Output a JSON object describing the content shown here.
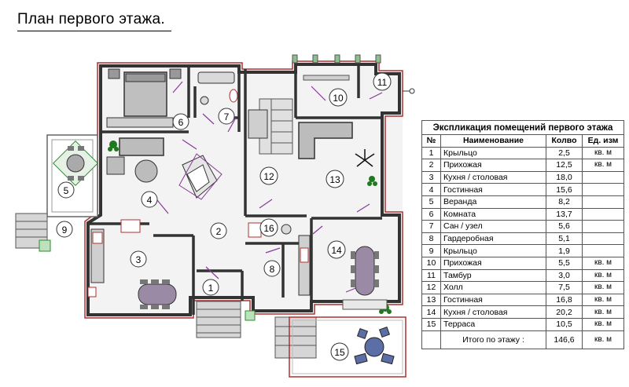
{
  "title": "План   первого   этажа.",
  "plan": {
    "rooms": [
      {
        "num": "1"
      },
      {
        "num": "2"
      },
      {
        "num": "3"
      },
      {
        "num": "4"
      },
      {
        "num": "5"
      },
      {
        "num": "6"
      },
      {
        "num": "7"
      },
      {
        "num": "8"
      },
      {
        "num": "9"
      },
      {
        "num": "10"
      },
      {
        "num": "11"
      },
      {
        "num": "12"
      },
      {
        "num": "13"
      },
      {
        "num": "14"
      },
      {
        "num": "15"
      },
      {
        "num": "16"
      }
    ]
  },
  "legend": {
    "caption": "Экспликация помещений первого этажа",
    "headers": {
      "num": "№",
      "name": "Наименование",
      "area": "Колво",
      "unit": "Ед. изм"
    },
    "rows": [
      {
        "num": "1",
        "name": "Крыльцо",
        "area": "2,5",
        "unit": "кв. м"
      },
      {
        "num": "2",
        "name": "Прихожая",
        "area": "12,5",
        "unit": "кв. м"
      },
      {
        "num": "3",
        "name": "Кухня / столовая",
        "area": "18,0",
        "unit": ""
      },
      {
        "num": "4",
        "name": "Гостинная",
        "area": "15,6",
        "unit": ""
      },
      {
        "num": "5",
        "name": "Веранда",
        "area": "8,2",
        "unit": ""
      },
      {
        "num": "6",
        "name": "Комната",
        "area": "13,7",
        "unit": ""
      },
      {
        "num": "7",
        "name": "Сан / узел",
        "area": "5,6",
        "unit": ""
      },
      {
        "num": "8",
        "name": "Гардеробная",
        "area": "5,1",
        "unit": ""
      },
      {
        "num": "9",
        "name": "Крыльцо",
        "area": "1,9",
        "unit": ""
      },
      {
        "num": "10",
        "name": "Прихожая",
        "area": "5,5",
        "unit": "кв. м"
      },
      {
        "num": "11",
        "name": "Тамбур",
        "area": "3,0",
        "unit": "кв. м"
      },
      {
        "num": "12",
        "name": "Холл",
        "area": "7,5",
        "unit": "кв. м"
      },
      {
        "num": "13",
        "name": "Гостинная",
        "area": "16,8",
        "unit": "кв. м"
      },
      {
        "num": "14",
        "name": "Кухня / столовая",
        "area": "20,2",
        "unit": "кв. м"
      },
      {
        "num": "15",
        "name": "Терраса",
        "area": "10,5",
        "unit": "кв. м"
      }
    ],
    "total": {
      "label": "Итого по этажу :",
      "area": "146,6",
      "unit": "кв. м"
    }
  }
}
